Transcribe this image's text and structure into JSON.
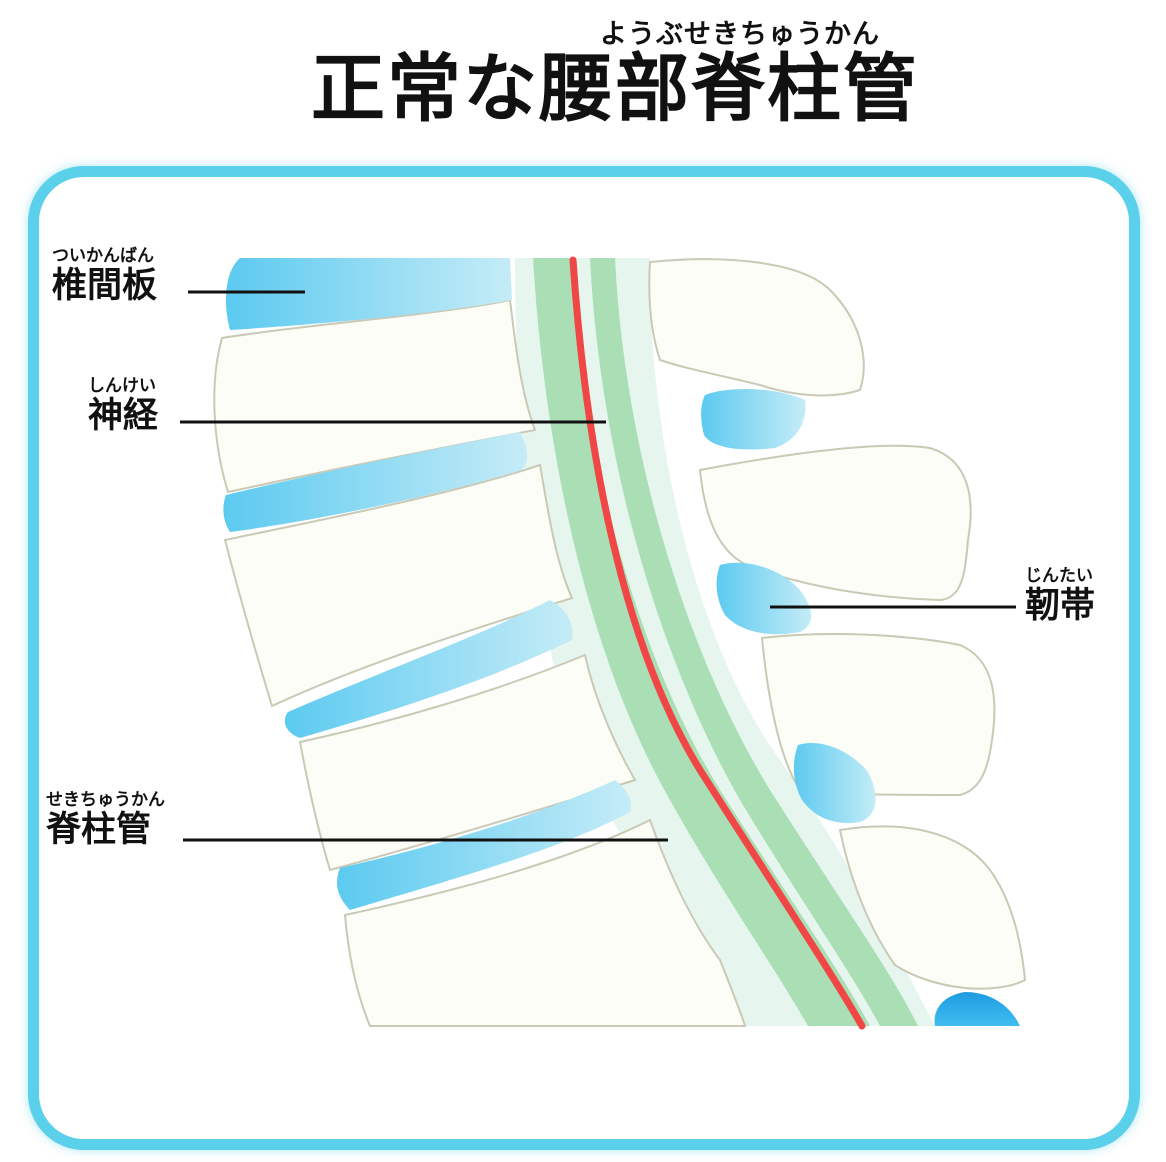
{
  "title": {
    "ruby": "ようぶせきちゅうかん",
    "text": "正常な腰部脊柱管"
  },
  "labels": {
    "disc": {
      "ruby": "ついかんばん",
      "text": "椎間板"
    },
    "nerve": {
      "ruby": "しんけい",
      "text": "神経"
    },
    "ligament": {
      "ruby": "じんたい",
      "text": "靭帯"
    },
    "canal": {
      "ruby": "せきちゅうかん",
      "text": "脊柱管"
    }
  },
  "colors": {
    "frame": "#5ad0ea",
    "disc": "#a6e3f3",
    "bone_fill": "#fdfdf8",
    "bone_stroke": "#c9c9b5",
    "canal_green": "#a9dfb3",
    "canal_light": "#e1f3ea",
    "nerve": "#f04646",
    "dark_disc": "#2aa8e6"
  }
}
